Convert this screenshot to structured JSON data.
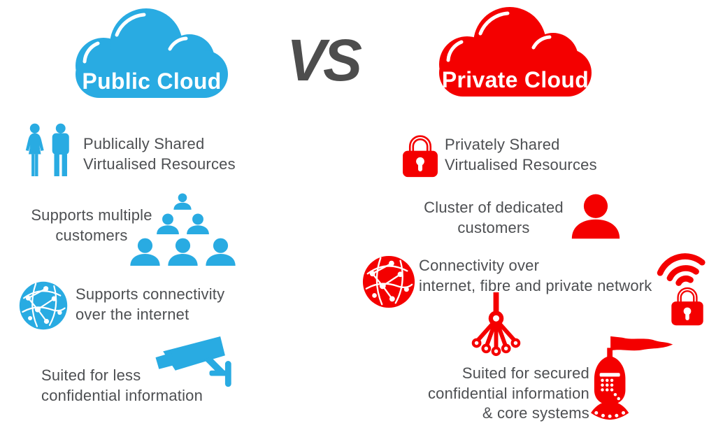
{
  "colors": {
    "public_blue": "#29ABE2",
    "private_red": "#F40000",
    "text_gray": "#4D4F52",
    "vs_gray": "#4D4D4D",
    "cloud_label_white": "#FFFFFF"
  },
  "header": {
    "public_cloud": {
      "icon": "cloud-icon",
      "label": "Public Cloud"
    },
    "vs_label": "VS",
    "private_cloud": {
      "icon": "cloud-icon",
      "label": "Private Cloud"
    }
  },
  "public": {
    "items": [
      {
        "icon": "man-woman-icon",
        "lines": [
          "Publically Shared",
          "Virtualised Resources"
        ]
      },
      {
        "icon": "people-pyramid-icon",
        "lines": [
          "Supports multiple",
          "customers"
        ]
      },
      {
        "icon": "internet-globe-icon",
        "lines": [
          "Supports connectivity",
          "over the internet"
        ]
      },
      {
        "icon": "security-camera-icon",
        "lines": [
          "Suited for less",
          "confidential information"
        ]
      }
    ]
  },
  "private": {
    "items": [
      {
        "icon": "padlock-icon",
        "lines": [
          "Privately Shared",
          "Virtualised Resources"
        ]
      },
      {
        "icon": "person-icon",
        "lines": [
          "Cluster of dedicated",
          "customers"
        ]
      },
      {
        "icon": "network-globe-icon",
        "extra_icons": [
          "secure-wifi-icon",
          "fibre-splitter-icon"
        ],
        "lines": [
          "Connectivity over",
          "internet, fibre and private network"
        ]
      },
      {
        "icon": "knight-helmet-icon",
        "lines": [
          "Suited for secured",
          "confidential information",
          "& core systems"
        ]
      }
    ]
  }
}
